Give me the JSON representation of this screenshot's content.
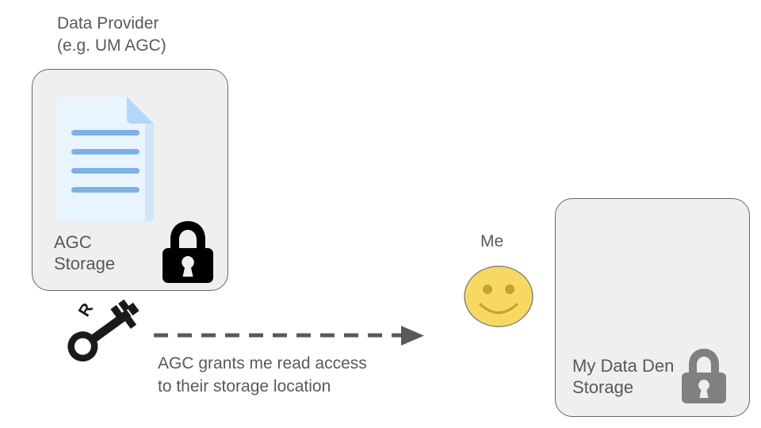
{
  "diagram": {
    "title_note": "AGC data access diagram",
    "provider": {
      "caption": "Data Provider\n(e.g. UM AGC)",
      "box_label": "AGC\nStorage",
      "doc_icon_name": "document-icon",
      "lock_icon_name": "padlock-icon",
      "box_fill": "#efefef",
      "box_stroke": "#666666",
      "lock_color": "#000000",
      "doc_body_color": "#e8f4fe",
      "doc_fold_color": "#b3d7f7",
      "doc_line_color": "#7eb0e8"
    },
    "key": {
      "label": "R",
      "icon_name": "key-icon",
      "color": "#1a1a1a"
    },
    "arrow": {
      "caption": "AGC grants me read access\nto their storage location",
      "color": "#595959",
      "style": "dashed",
      "direction": "left-to-right"
    },
    "me": {
      "label": "Me",
      "icon_name": "smiley-face-icon",
      "face_color": "#f7d863",
      "feature_color": "#c9a227"
    },
    "my_storage": {
      "box_label": "My Data Den\nStorage",
      "lock_icon_name": "padlock-icon",
      "box_fill": "#efefef",
      "box_stroke": "#666666",
      "lock_color": "#808080"
    }
  }
}
